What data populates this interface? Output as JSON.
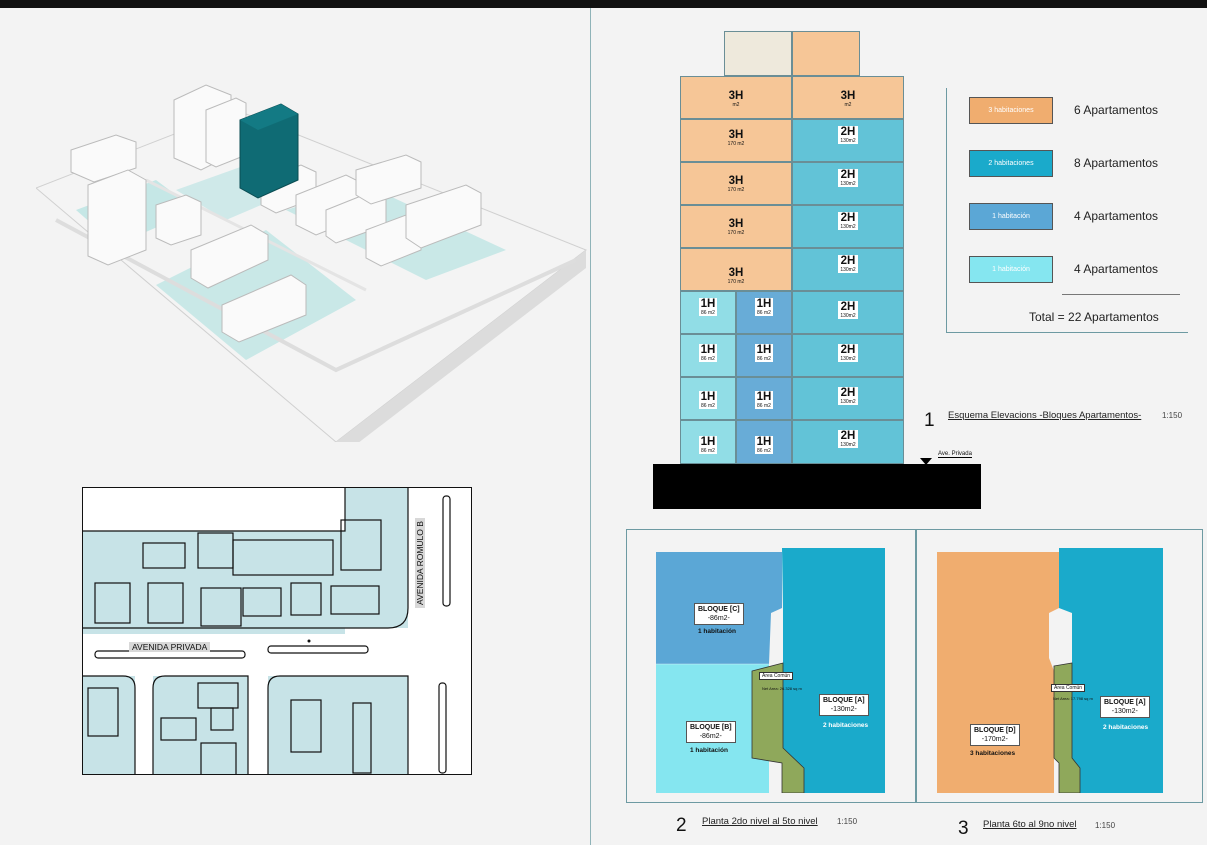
{
  "elevation": {
    "top_cells": [
      {
        "code": "3H",
        "area": "m2"
      },
      {
        "code": "3H",
        "area": "m2"
      }
    ],
    "left_3h": [
      {
        "code": "3H",
        "area": "170 m2"
      },
      {
        "code": "3H",
        "area": "170 m2"
      },
      {
        "code": "3H",
        "area": "170 m2"
      },
      {
        "code": "3H",
        "area": "170 m2"
      }
    ],
    "right_2h": [
      {
        "code": "2H",
        "area": "130m2"
      },
      {
        "code": "2H",
        "area": "130m2"
      },
      {
        "code": "2H",
        "area": "130m2"
      },
      {
        "code": "2H",
        "area": "130m2"
      },
      {
        "code": "2H",
        "area": "130m2"
      },
      {
        "code": "2H",
        "area": "130m2"
      },
      {
        "code": "2H",
        "area": "130m2"
      },
      {
        "code": "2H",
        "area": "130m2"
      }
    ],
    "lower_1h": [
      {
        "code": "1H",
        "area": "86 m2"
      },
      {
        "code": "1H",
        "area": "86 m2"
      }
    ],
    "level_label": "Ave. Privada"
  },
  "legend": {
    "items": [
      {
        "swatch_label": "3 habitaciones",
        "text": "6 Apartamentos",
        "color": "#f0ad6f"
      },
      {
        "swatch_label": "2 habitaciones",
        "text": "8 Apartamentos",
        "color": "#1aaacb"
      },
      {
        "swatch_label": "1 habitación",
        "text": "4 Apartamentos",
        "color": "#5ba7d6"
      },
      {
        "swatch_label": "1 habitación",
        "text": "4 Apartamentos",
        "color": "#85e6f0"
      }
    ],
    "total": "Total = 22 Apartamentos"
  },
  "captions": {
    "c1": {
      "num": "1",
      "text": "Esquema Elevacions -Bloques Apartamentos-",
      "scale": "1:150"
    },
    "c2": {
      "num": "2",
      "text": "Planta  2do nivel al 5to nivel",
      "scale": "1:150"
    },
    "c3": {
      "num": "3",
      "text": "Planta  6to al 9no nivel",
      "scale": "1:150"
    }
  },
  "site_plan": {
    "road_h": "AVENIDA PRIVADA",
    "road_v": "AVENIDA ROMULO B"
  },
  "plan2": {
    "bloque_c": {
      "title": "BLOQUE [C]",
      "area": "-86m2-",
      "desc": "1 habitación"
    },
    "bloque_b": {
      "title": "BLOQUE [B]",
      "area": "-86m2-",
      "desc": "1 habitación"
    },
    "bloque_a": {
      "title": "BLOQUE [A]",
      "area": "-130m2-",
      "desc": "2 habitaciones"
    },
    "core_label": "Área Común",
    "core_area": "Net Area: 26.328 sq m"
  },
  "plan3": {
    "bloque_d": {
      "title": "BLOQUE [D]",
      "area": "-170m2-",
      "desc": "3 habitaciones"
    },
    "bloque_a": {
      "title": "BLOQUE [A]",
      "area": "-130m2-",
      "desc": "2 habitaciones"
    },
    "core_label": "Área Común",
    "core_area": "Net Area: 17.798 sq m"
  },
  "colors": {
    "three_bed": "#f0ad6f",
    "two_bed": "#1aaacb",
    "one_bed_a": "#85e6f0",
    "one_bed_b": "#5ba7d6",
    "core": "#8fa85b",
    "tower_highlight": "#0f6b74"
  }
}
